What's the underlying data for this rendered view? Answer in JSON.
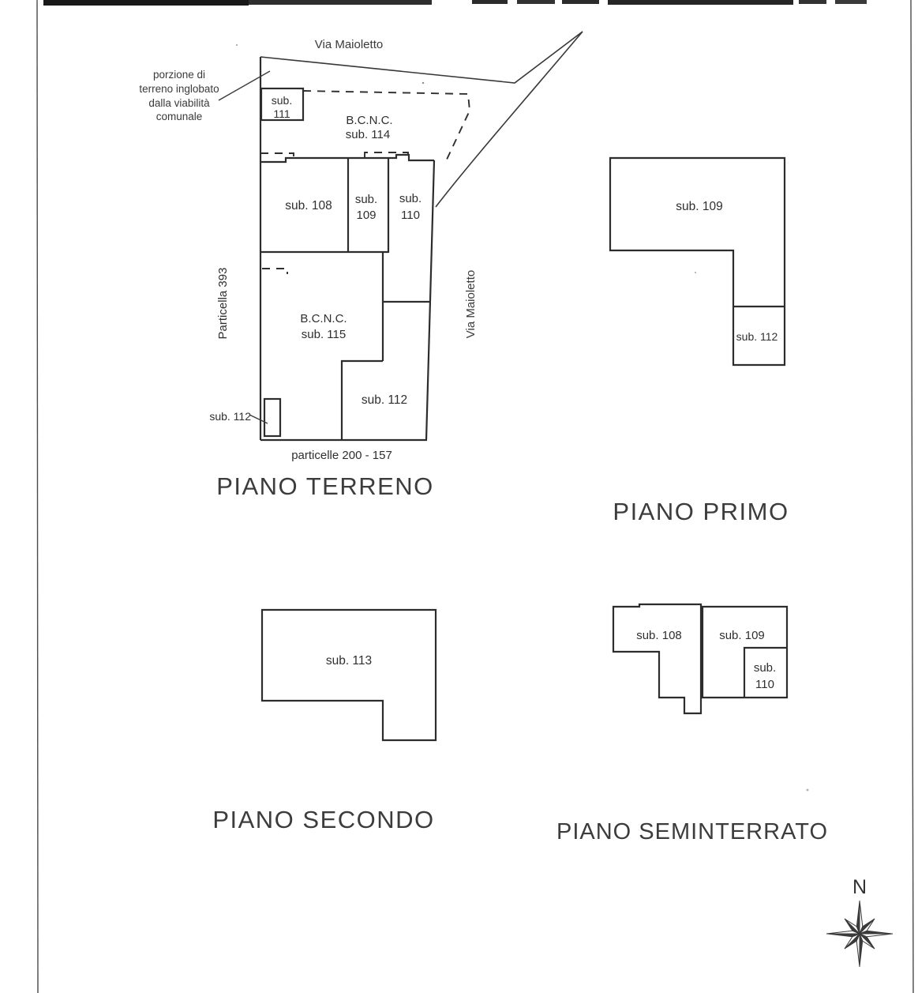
{
  "colors": {
    "ink": "#2b2b2b",
    "paper": "#ffffff"
  },
  "plans": {
    "terreno": {
      "title": "PIANO TERRENO",
      "street_top": "Via Maioletto",
      "street_right": "Via Maioletto",
      "parcel_left": "Particella 393",
      "parcel_bottom": "particelle 200 - 157",
      "annotation_line1": "porzione di",
      "annotation_line2": "terreno inglobato",
      "annotation_line3": "dalla viabilità",
      "annotation_line4": "comunale",
      "sub111_line1": "sub.",
      "sub111_line2": "111",
      "bcnc114_line1": "B.C.N.C.",
      "bcnc114_line2": "sub. 114",
      "sub108": "sub. 108",
      "sub109_line1": "sub.",
      "sub109_line2": "109",
      "sub110_line1": "sub.",
      "sub110_line2": "110",
      "bcnc115_line1": "B.C.N.C.",
      "bcnc115_line2": "sub. 115",
      "sub112_small": "sub. 112",
      "sub112_large": "sub. 112"
    },
    "primo": {
      "title": "PIANO PRIMO",
      "sub109": "sub. 109",
      "sub112": "sub. 112"
    },
    "secondo": {
      "title": "PIANO SECONDO",
      "sub113": "sub. 113"
    },
    "seminterrato": {
      "title": "PIANO SEMINTERRATO",
      "sub108": "sub. 108",
      "sub109": "sub. 109",
      "sub110_line1": "sub.",
      "sub110_line2": "110"
    }
  },
  "compass": {
    "north": "N"
  }
}
